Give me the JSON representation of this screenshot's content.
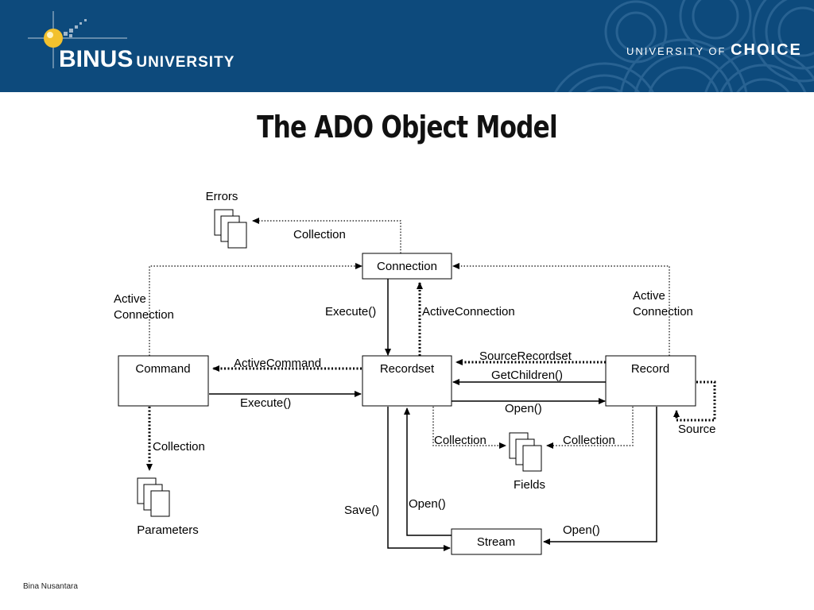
{
  "header": {
    "logo_name": "BINUS",
    "logo_university": "UNIVERSITY",
    "tagline_prefix": "UNIVERSITY OF",
    "tagline_choice": "CHOICE",
    "background_color": "#0d4a7c"
  },
  "title": "The ADO Object Model",
  "footer": "Bina Nusantara",
  "diagram": {
    "nodes": {
      "connection": "Connection",
      "command": "Command",
      "recordset": "Recordset",
      "record": "Record",
      "stream": "Stream"
    },
    "collections": {
      "errors": "Errors",
      "parameters": "Parameters",
      "fields": "Fields"
    },
    "labels": {
      "errors_collection": "Collection",
      "command_active_connection_1": "Active",
      "command_active_connection_2": "Connection",
      "record_active_connection_1": "Active",
      "record_active_connection_2": "Connection",
      "connection_execute": "Execute()",
      "recordset_active_connection": "ActiveConnection",
      "active_command": "ActiveCommand",
      "command_execute": "Execute()",
      "source_recordset": "SourceRecordset",
      "get_children": "GetChildren()",
      "record_open": "Open()",
      "source": "Source",
      "parameters_collection": "Collection",
      "fields_collection_left": "Collection",
      "fields_collection_right": "Collection",
      "stream_open_recordset": "Open()",
      "stream_save": "Save()",
      "stream_open_record": "Open()"
    }
  }
}
